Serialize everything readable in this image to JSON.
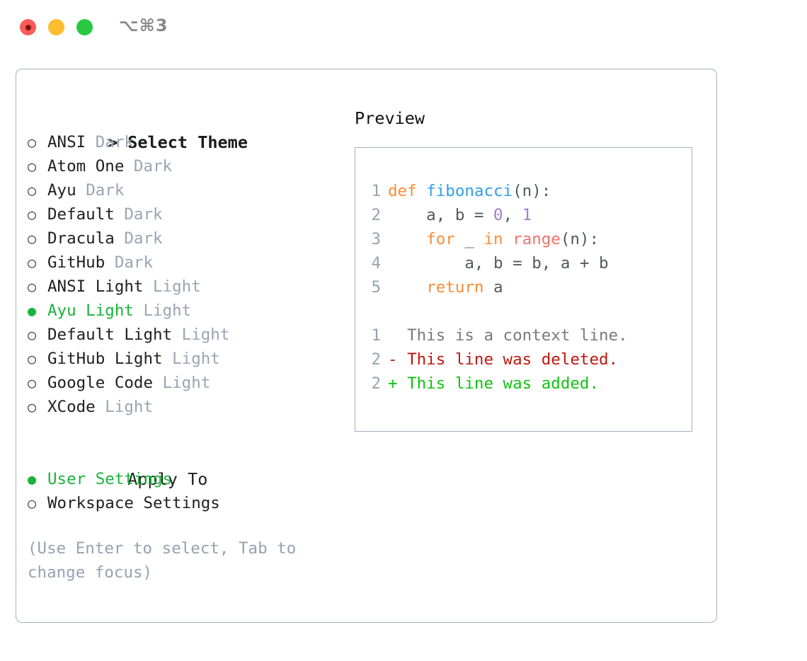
{
  "titlebar": {
    "shortcut": "⌥⌘3",
    "buttons": {
      "close": "close",
      "minimize": "minimize",
      "maximize": "maximize"
    }
  },
  "theme_section": {
    "caret": ">",
    "title": "Select Theme",
    "bullet_unselected": "○",
    "bullet_selected": "●",
    "items": [
      {
        "name": "ANSI",
        "kind": "Dark",
        "selected": false
      },
      {
        "name": "Atom One",
        "kind": "Dark",
        "selected": false
      },
      {
        "name": "Ayu",
        "kind": "Dark",
        "selected": false
      },
      {
        "name": "Default",
        "kind": "Dark",
        "selected": false
      },
      {
        "name": "Dracula",
        "kind": "Dark",
        "selected": false
      },
      {
        "name": "GitHub",
        "kind": "Dark",
        "selected": false
      },
      {
        "name": "ANSI Light",
        "kind": "Light",
        "selected": false
      },
      {
        "name": "Ayu Light",
        "kind": "Light",
        "selected": true
      },
      {
        "name": "Default Light",
        "kind": "Light",
        "selected": false
      },
      {
        "name": "GitHub Light",
        "kind": "Light",
        "selected": false
      },
      {
        "name": "Google Code",
        "kind": "Light",
        "selected": false
      },
      {
        "name": "XCode",
        "kind": "Light",
        "selected": false
      }
    ]
  },
  "apply_section": {
    "title": "Apply To",
    "items": [
      {
        "name": "User Settings",
        "selected": true
      },
      {
        "name": "Workspace Settings",
        "selected": false
      }
    ]
  },
  "hint": "(Use Enter to select, Tab to change focus)",
  "preview": {
    "title": "Preview",
    "code_lines": [
      {
        "no": "1",
        "tokens": [
          {
            "t": "def ",
            "c": "kw"
          },
          {
            "t": "fibonacci",
            "c": "fn"
          },
          {
            "t": "(n):",
            "c": "txt"
          }
        ]
      },
      {
        "no": "2",
        "tokens": [
          {
            "t": "    a, b = ",
            "c": "txt"
          },
          {
            "t": "0",
            "c": "num"
          },
          {
            "t": ", ",
            "c": "txt"
          },
          {
            "t": "1",
            "c": "num"
          }
        ]
      },
      {
        "no": "3",
        "tokens": [
          {
            "t": "    ",
            "c": "txt"
          },
          {
            "t": "for",
            "c": "kw"
          },
          {
            "t": " _ ",
            "c": "txt"
          },
          {
            "t": "in",
            "c": "kw"
          },
          {
            "t": " ",
            "c": "txt"
          },
          {
            "t": "range",
            "c": "bi"
          },
          {
            "t": "(n):",
            "c": "txt"
          }
        ]
      },
      {
        "no": "4",
        "tokens": [
          {
            "t": "        a, b = b, a + b",
            "c": "txt"
          }
        ]
      },
      {
        "no": "5",
        "tokens": [
          {
            "t": "    ",
            "c": "txt"
          },
          {
            "t": "return",
            "c": "kw"
          },
          {
            "t": " a",
            "c": "txt"
          }
        ]
      }
    ],
    "diff_lines": [
      {
        "no": "1",
        "marker": " ",
        "text": " This is a context line.",
        "kind": "ctx"
      },
      {
        "no": "2",
        "marker": "-",
        "text": " This line was deleted.",
        "kind": "del"
      },
      {
        "no": "2",
        "marker": "+",
        "text": " This line was added.",
        "kind": "add"
      }
    ]
  },
  "colors": {
    "accent_green": "#19b33c",
    "border": "#a6b0bd",
    "muted": "#9aa4b2",
    "keyword": "#fa8c35",
    "function": "#2f9fe8",
    "number": "#a37acc",
    "builtin": "#f4726b",
    "diff_delete": "#c0170c",
    "diff_add": "#11c211",
    "traffic_close": "#fc5b57",
    "traffic_min": "#fdbd2e",
    "traffic_max": "#28c840"
  }
}
